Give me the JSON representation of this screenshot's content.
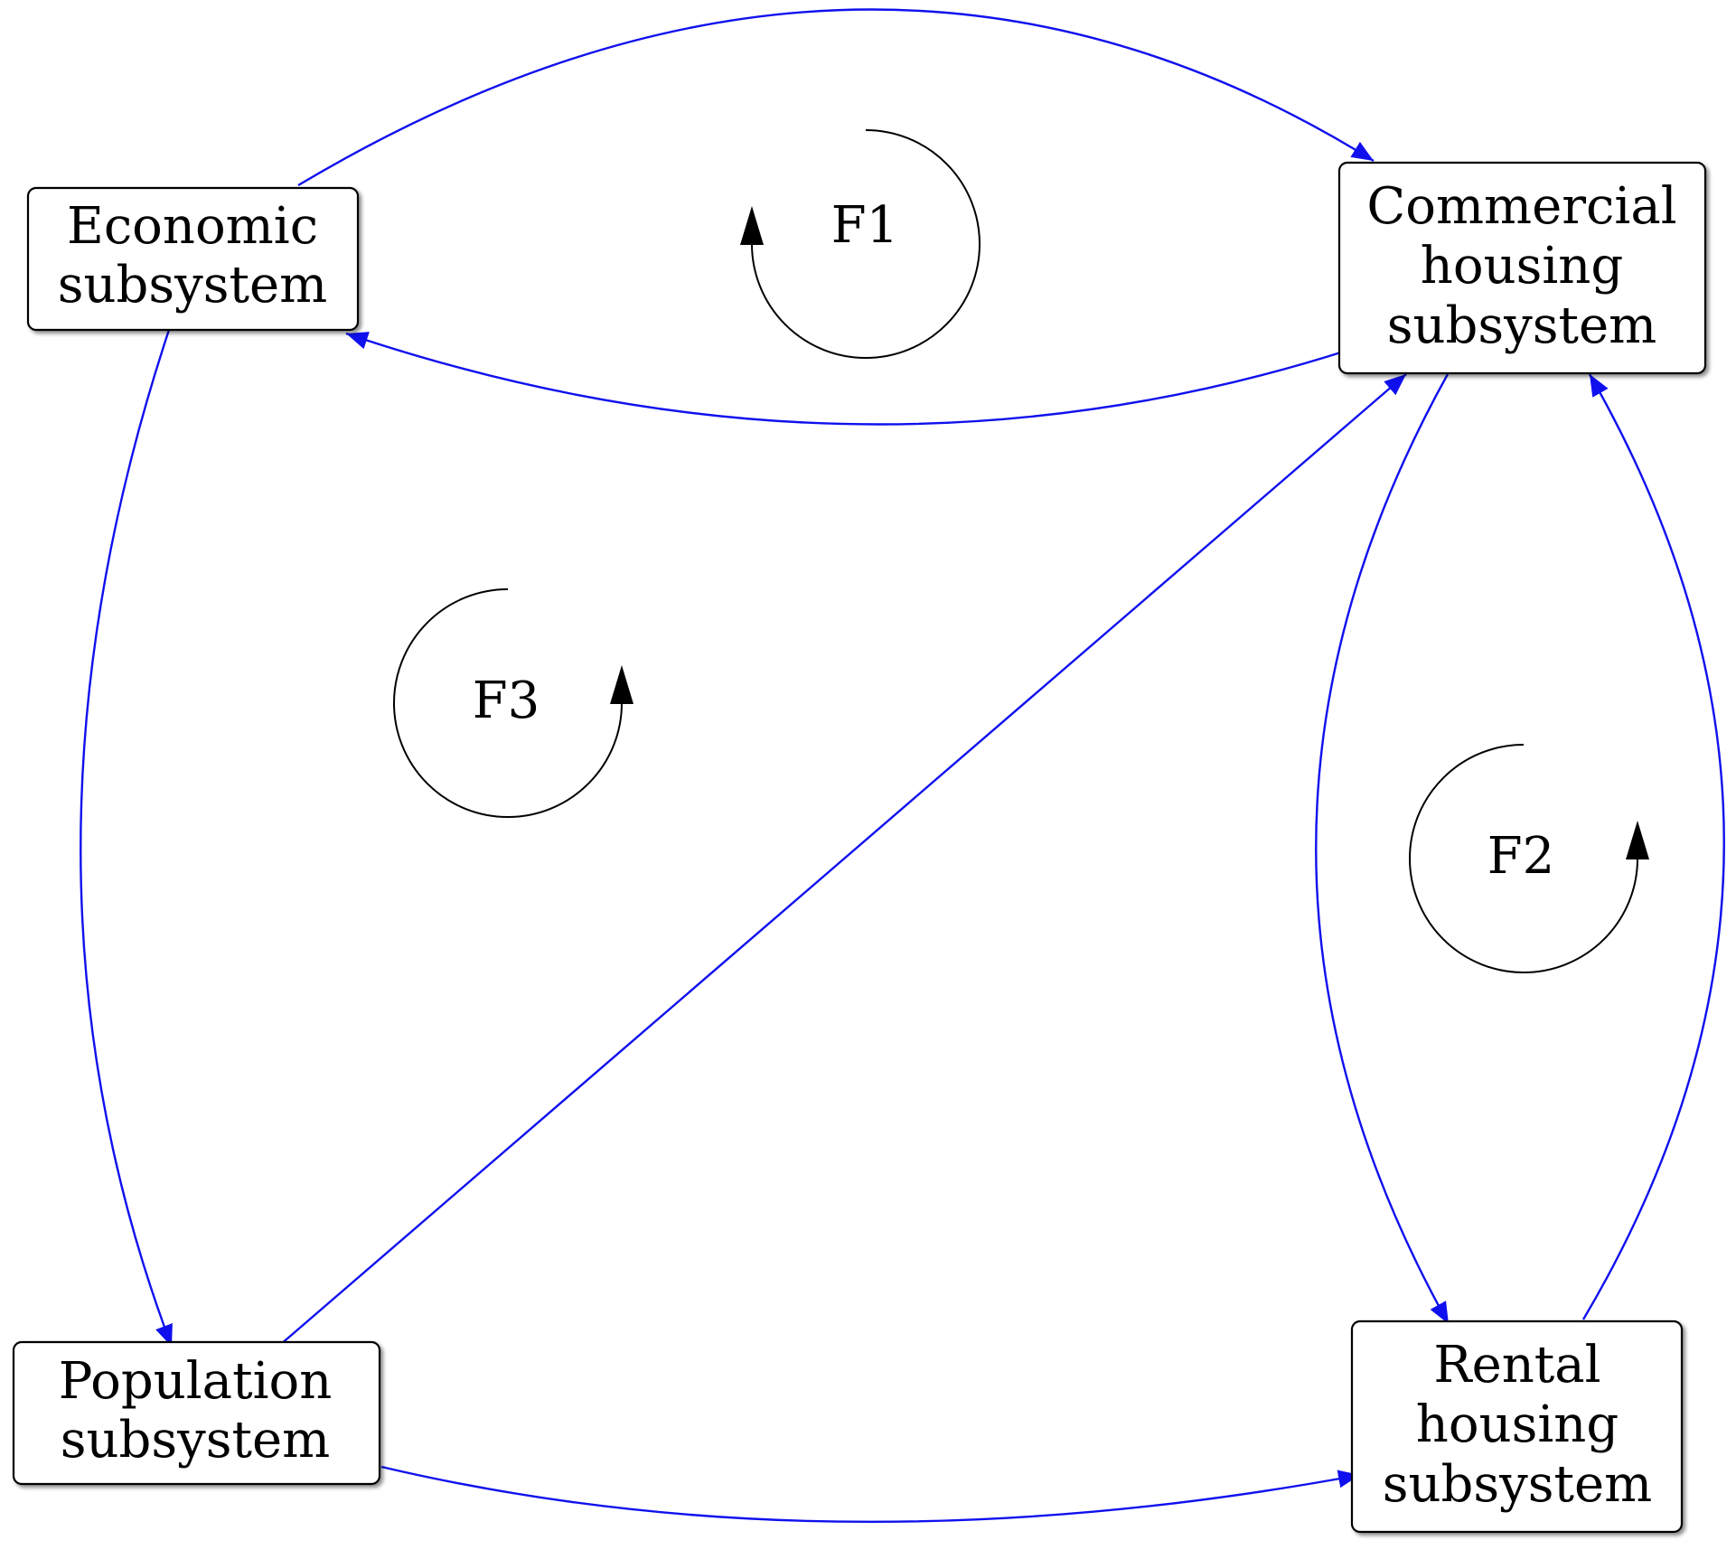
{
  "nodes": {
    "economic": {
      "lines": [
        "Economic",
        "subsystem"
      ]
    },
    "commercial": {
      "lines": [
        "Commercial",
        "housing",
        "subsystem"
      ]
    },
    "population": {
      "lines": [
        "Population",
        "subsystem"
      ]
    },
    "rental": {
      "lines": [
        "Rental",
        "housing",
        "subsystem"
      ]
    }
  },
  "loops": {
    "f1": {
      "label": "F1"
    },
    "f2": {
      "label": "F2"
    },
    "f3": {
      "label": "F3"
    }
  },
  "edges": [
    {
      "from": "Economic subsystem",
      "to": "Commercial housing subsystem"
    },
    {
      "from": "Commercial housing subsystem",
      "to": "Economic subsystem"
    },
    {
      "from": "Economic subsystem",
      "to": "Population subsystem"
    },
    {
      "from": "Population subsystem",
      "to": "Commercial housing subsystem"
    },
    {
      "from": "Population subsystem",
      "to": "Rental housing subsystem"
    },
    {
      "from": "Commercial housing subsystem",
      "to": "Rental housing subsystem"
    },
    {
      "from": "Rental housing subsystem",
      "to": "Commercial housing subsystem"
    }
  ],
  "colors": {
    "edge": "#1010ee",
    "node_border": "#000000",
    "loop": "#000000"
  }
}
